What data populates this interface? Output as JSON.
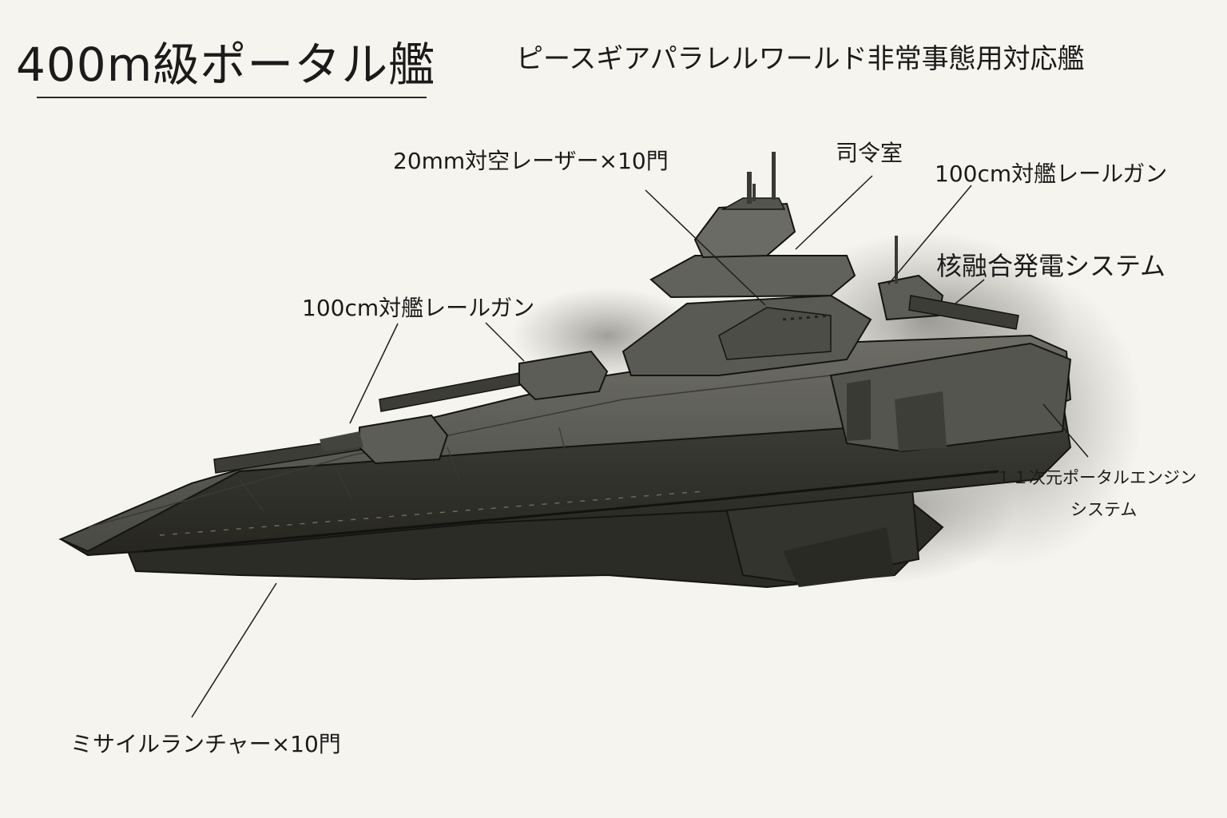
{
  "header": {
    "title": "400m級ポータル艦",
    "subtitle": "ピースギアパラレルワールド非常事態用対応艦"
  },
  "labels": {
    "aa_laser": "20mm対空レーザー×10門",
    "bridge": "司令室",
    "railgun_rear": "100cm対艦レールガン",
    "fusion": "核融合発電システム",
    "railgun_front": "100cm対艦レールガン",
    "engine_line1": "１１次元ポータルエンジン",
    "engine_line2": "システム",
    "missile": "ミサイルランチャー×10門"
  },
  "colors": {
    "background": "#f6f4ee",
    "hull_dark": "#3a3a36",
    "hull_mid": "#4f4f4a",
    "hull_light": "#6a6a64",
    "leader_line": "#1e1e1e"
  }
}
